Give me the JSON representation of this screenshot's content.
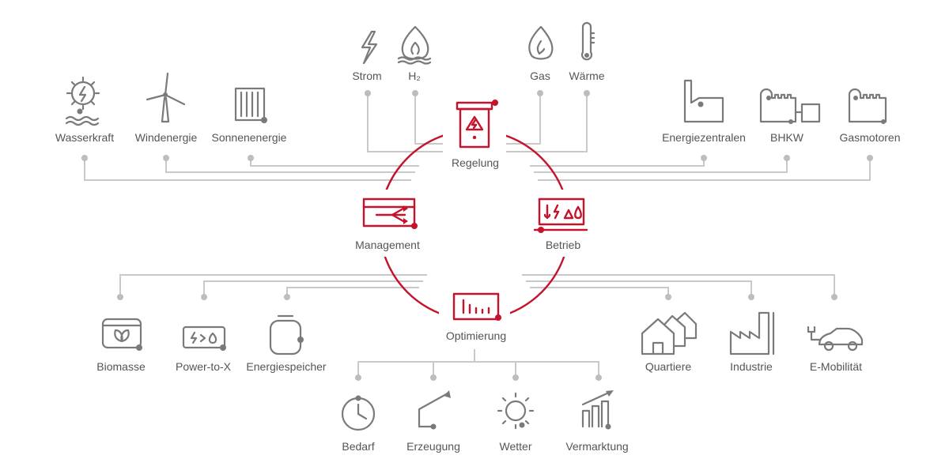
{
  "top_left": [
    "Wasserkraft",
    "Windenergie",
    "Sonnenenergie"
  ],
  "top_center": [
    "Strom",
    "H₂",
    "Gas",
    "Wärme"
  ],
  "top_right": [
    "Energiezentralen",
    "BHKW",
    "Gasmotoren"
  ],
  "hub": [
    "Regelung",
    "Management",
    "Betrieb",
    "Optimierung"
  ],
  "bottom_left": [
    "Biomasse",
    "Power-to-X",
    "Energiespeicher"
  ],
  "bottom_right": [
    "Quartiere",
    "Industrie",
    "E-Mobilität"
  ],
  "bottom_center": [
    "Bedarf",
    "Erzeugung",
    "Wetter",
    "Vermarktung"
  ],
  "colors": {
    "accent": "#c4132b",
    "icon": "#7a7a7a",
    "connector": "#c9c9c9"
  }
}
